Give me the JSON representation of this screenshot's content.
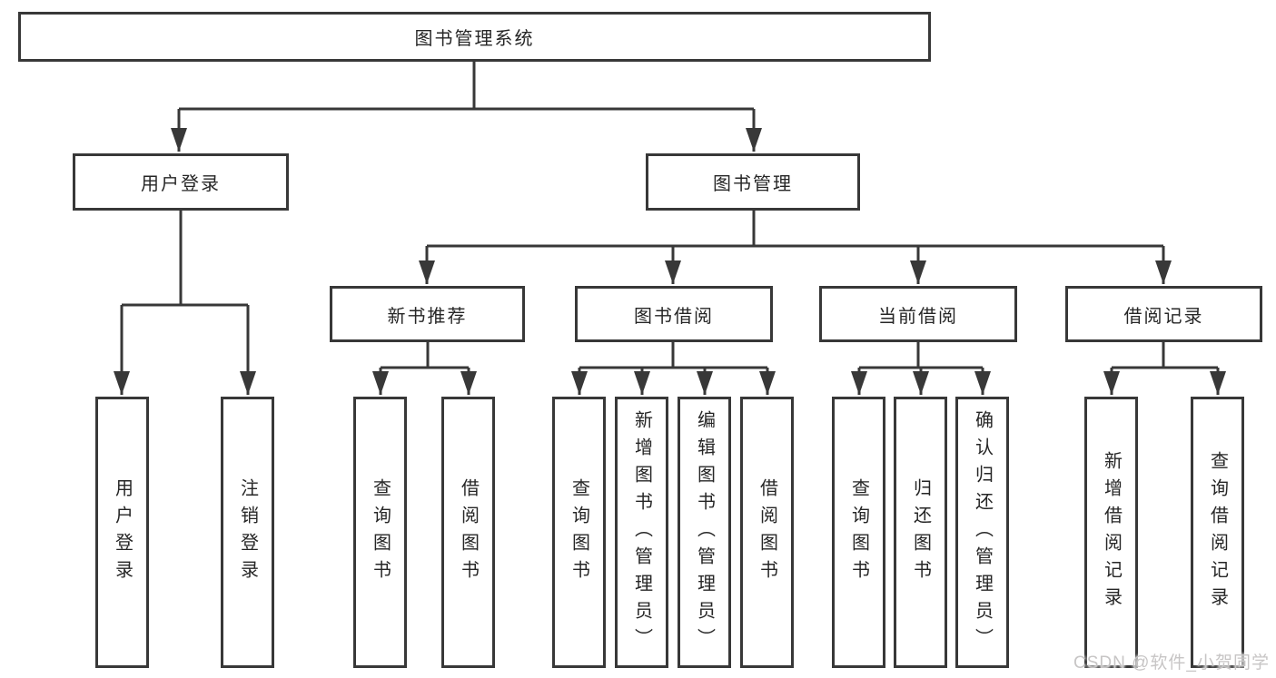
{
  "diagram": {
    "type": "hierarchy-tree",
    "colors": {
      "line": "#383838",
      "box_border": "#383838",
      "box_fill": "#ffffff",
      "text": "#262626",
      "background": "#ffffff",
      "watermark": "#c7c5c5"
    }
  },
  "tree": {
    "root": {
      "label": "图书管理系统",
      "children": [
        {
          "label": "用户登录",
          "children": [
            {
              "label": "用户登录"
            },
            {
              "label": "注销登录"
            }
          ]
        },
        {
          "label": "图书管理",
          "children": [
            {
              "label": "新书推荐",
              "children": [
                {
                  "label": "查询图书"
                },
                {
                  "label": "借阅图书"
                }
              ]
            },
            {
              "label": "图书借阅",
              "children": [
                {
                  "label": "查询图书"
                },
                {
                  "label": "新增图书（管理员）"
                },
                {
                  "label": "编辑图书（管理员）"
                },
                {
                  "label": "借阅图书"
                }
              ]
            },
            {
              "label": "当前借阅",
              "children": [
                {
                  "label": "查询图书"
                },
                {
                  "label": "归还图书"
                },
                {
                  "label": "确认归还（管理员）"
                }
              ]
            },
            {
              "label": "借阅记录",
              "children": [
                {
                  "label": "新增借阅记录"
                },
                {
                  "label": "查询借阅记录"
                }
              ]
            }
          ]
        }
      ]
    }
  },
  "watermark": {
    "text": "CSDN @软件_小贺同学"
  }
}
